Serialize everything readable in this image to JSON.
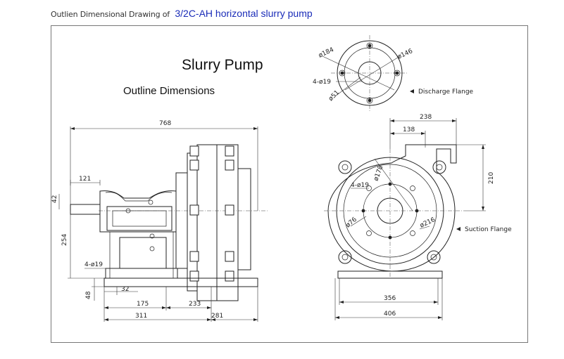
{
  "header": {
    "prefix": "Outlien Dimensional Drawing of",
    "title": "3/2C-AH horizontal slurry pump",
    "title_color": "#1a2cb8"
  },
  "drawing": {
    "heading": "Slurry Pump",
    "subheading": "Outline Dimensions",
    "discharge_flange": {
      "label": "Discharge Flange",
      "dims": [
        "ø184",
        "ø146",
        "4-ø19",
        "ø51"
      ]
    },
    "suction_flange": {
      "label": "Suction Flange",
      "dims": [
        "ø178",
        "4-ø19",
        "ø76",
        "ø216"
      ]
    },
    "side_view_dims": {
      "overall_length": "768",
      "shaft_extension": "121",
      "shaft_height": "42",
      "centre_height": "254",
      "foot_holes": "4-ø19",
      "base_thickness": "48",
      "foot_offset": "32",
      "foot_spacing_1": "175",
      "foot_spacing_2": "233",
      "base_length_1": "311",
      "base_length_2": "281"
    },
    "front_view_dims": {
      "discharge_width": "238",
      "discharge_offset": "138",
      "discharge_height": "210",
      "base_inner": "356",
      "base_outer": "406"
    }
  }
}
